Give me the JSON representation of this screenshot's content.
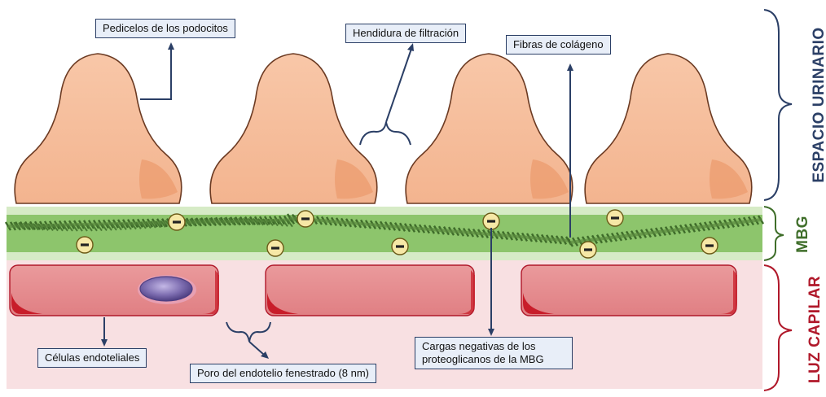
{
  "labels": {
    "pedicelos": "Pedicelos de los podocitos",
    "hendidura": "Hendidura de filtración",
    "fibras": "Fibras de colágeno",
    "cargas_line1": "Cargas negativas de los",
    "cargas_line2": "proteoglicanos de la MBG",
    "celulas": "Células endoteliales",
    "poro": "Poro del endotelio fenestrado (8 nm)"
  },
  "sides": {
    "espacio": "ESPACIO URINARIO",
    "mbg": "MBG",
    "luz": "LUZ CAPILAR"
  },
  "negative_symbol": "−",
  "colors": {
    "podocyte": "#f6bd9b",
    "podocyte_shade": "#eb9e73",
    "mbg_light": "#d3e9c2",
    "mbg": "#8cc46b",
    "collagen": "#3e6b2a",
    "lumen": "#f7dfe1",
    "endothelium": "#e58a8d",
    "endothelium_dark": "#c81d2a",
    "nucleus": "#7a6aa8",
    "charge": "#f5e6a3",
    "label_border": "#2b3f66",
    "espacio": "#2b3f66",
    "mbg_text": "#3f6e2a",
    "luz": "#b0182a"
  }
}
